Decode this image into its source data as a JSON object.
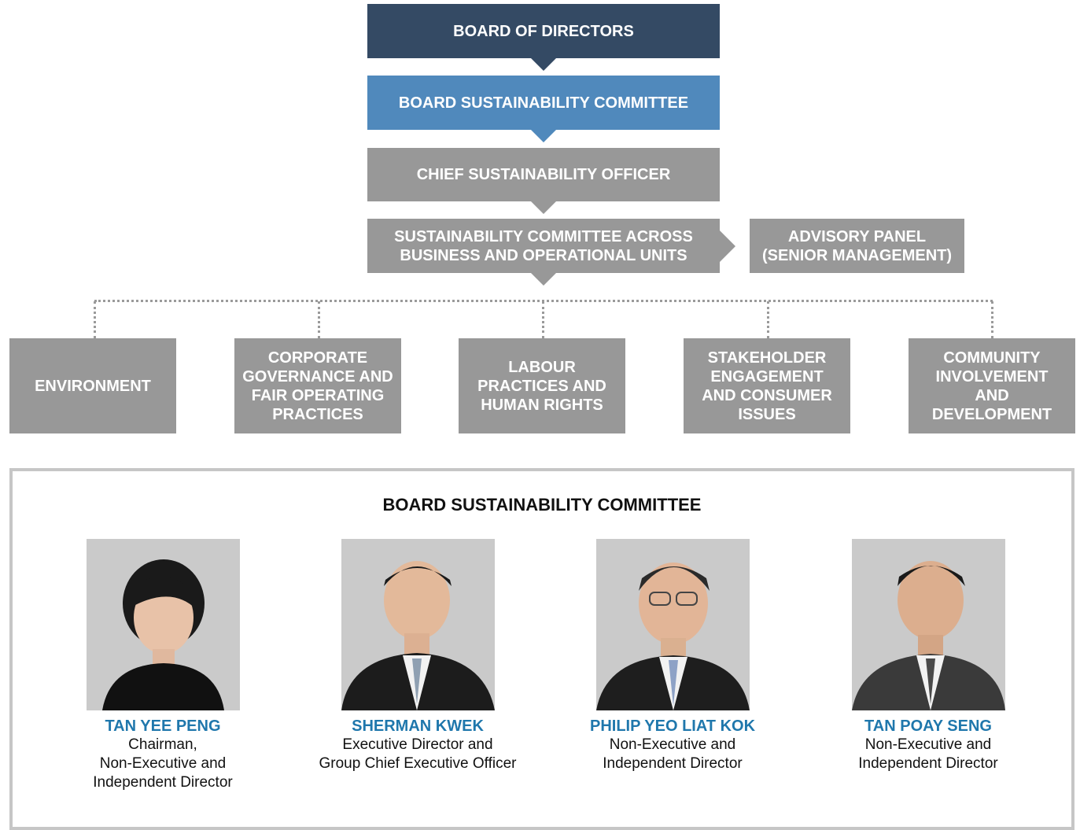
{
  "hierarchy": {
    "board": "BOARD OF DIRECTORS",
    "bsc": "BOARD SUSTAINABILITY COMMITTEE",
    "cso": "CHIEF SUSTAINABILITY OFFICER",
    "committee_line1": "SUSTAINABILITY COMMITTEE ACROSS",
    "committee_line2": "BUSINESS AND OPERATIONAL UNITS",
    "advisory_line1": "ADVISORY PANEL",
    "advisory_line2": "(SENIOR MANAGEMENT)"
  },
  "functions": [
    {
      "lines": [
        "ENVIRONMENT"
      ]
    },
    {
      "lines": [
        "CORPORATE",
        "GOVERNANCE AND",
        "FAIR OPERATING",
        "PRACTICES"
      ]
    },
    {
      "lines": [
        "LABOUR",
        "PRACTICES AND",
        "HUMAN RIGHTS"
      ]
    },
    {
      "lines": [
        "STAKEHOLDER",
        "ENGAGEMENT",
        "AND CONSUMER",
        "ISSUES"
      ]
    },
    {
      "lines": [
        "COMMUNITY",
        "INVOLVEMENT",
        "AND",
        "DEVELOPMENT"
      ]
    }
  ],
  "panel": {
    "title": "BOARD SUSTAINABILITY COMMITTEE",
    "members": [
      {
        "name": "TAN YEE PENG",
        "role": [
          "Chairman,",
          "Non-Executive and",
          "Independent Director"
        ]
      },
      {
        "name": "SHERMAN KWEK",
        "role": [
          "Executive Director and",
          "Group Chief Executive Officer"
        ]
      },
      {
        "name": "PHILIP YEO LIAT KOK",
        "role": [
          "Non-Executive and",
          "Independent Director"
        ]
      },
      {
        "name": "TAN POAY SENG",
        "role": [
          "Non-Executive and",
          "Independent Director"
        ]
      }
    ]
  },
  "colors": {
    "navy": "#344a64",
    "blue": "#5089bc",
    "gray": "#989898",
    "name_blue": "#1f77ac"
  }
}
